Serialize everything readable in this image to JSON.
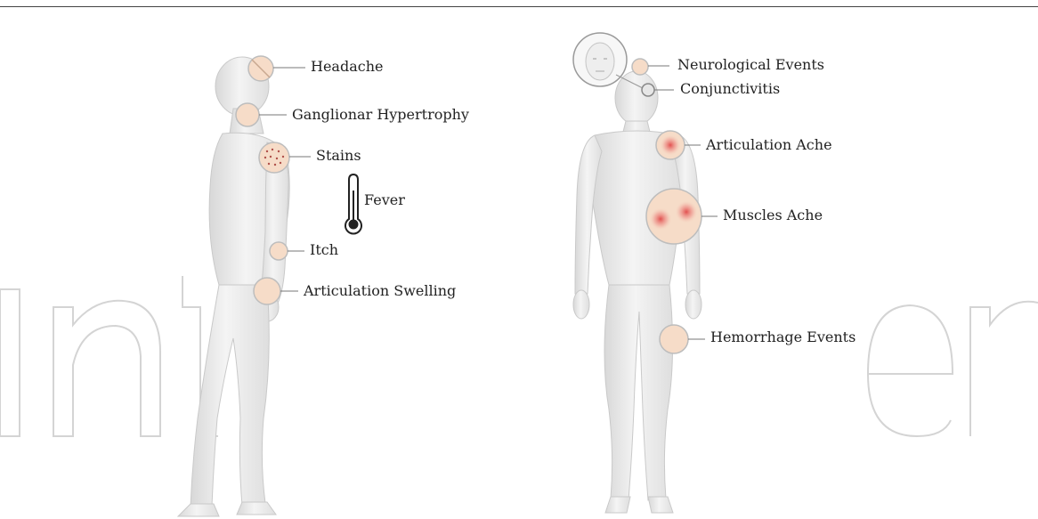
{
  "figure": {
    "watermark_text": "IntechOpen",
    "left_figure": {
      "labels": {
        "headache": "Headache",
        "ganglionar": "Ganglionar Hypertrophy",
        "stains": "Stains",
        "fever": "Fever",
        "itch": "Itch",
        "articulation_swelling": "Articulation Swelling"
      }
    },
    "right_figure": {
      "labels": {
        "neurological": "Neurological Events",
        "conjunctivitis": "Conjunctivitis",
        "articulation_ache": "Articulation Ache",
        "muscles_ache": "Muscles Ache",
        "hemorrhage": "Hemorrhage Events"
      }
    }
  },
  "colors": {
    "body_fill": "#f1f1f1",
    "body_shade": "#dcdcdc",
    "marker_fill": "#f6dcc8",
    "marker_stroke": "#b8b8b8",
    "ache_red": "#e05a5a",
    "stain_dots": "#b0504a",
    "watermark": "#d0d0d0",
    "leader_line": "#777777"
  }
}
